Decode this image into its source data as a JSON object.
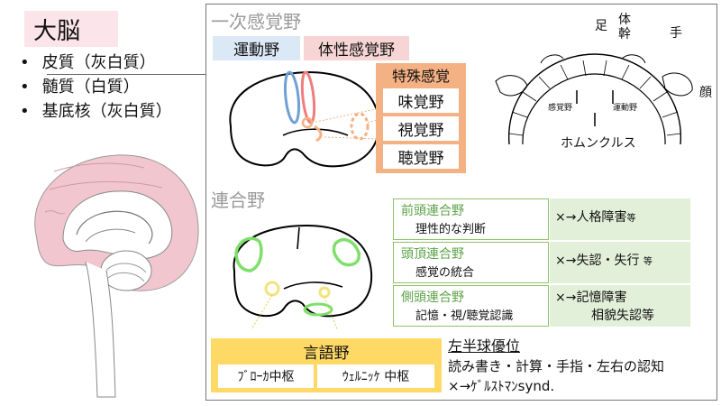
{
  "title": "大脳",
  "bullets": [
    "皮質（灰白質）",
    "髄質（白質）",
    "基底核（灰白質）"
  ],
  "primary": {
    "heading": "一次感覚野",
    "motor": "運動野",
    "somatosensory": "体性感覚野",
    "special": {
      "title": "特殊感覚",
      "items": [
        "味覚野",
        "視覚野",
        "聴覚野"
      ]
    }
  },
  "homunculus": {
    "caption": "ホムンクルス",
    "labels": {
      "foot": "足",
      "trunk": "体幹",
      "hand": "手",
      "face": "顔",
      "sensory": "感覚野",
      "motor": "運動野"
    }
  },
  "association": {
    "heading": "連合野",
    "rows": [
      {
        "name": "前頭連合野",
        "function": "理性的な判断",
        "deficit": "×→人格障害",
        "suffix": "等",
        "deficit2": ""
      },
      {
        "name": "頭頂連合野",
        "function": "感覚の統合",
        "deficit": "×→失認・失行",
        "suffix": "等",
        "deficit2": ""
      },
      {
        "name": "側頭連合野",
        "function": "記憶・視/聴覚認識",
        "deficit": "×→記憶障害",
        "suffix": "",
        "deficit2": "相貌失認等"
      }
    ]
  },
  "language": {
    "title": "言語野",
    "broca": "ﾌﾞﾛｰｶ中枢",
    "wernicke": "ｳｪﾙﾆｯｹ 中枢"
  },
  "dominance": {
    "title": "左半球優位",
    "line1": "読み書き・計算・手指・左右の認知",
    "line2": "×→ｹﾞﾙｽﾄﾏﾝsynd."
  },
  "colors": {
    "pink": "#fbe4ea",
    "blue": "#dbe8f6",
    "orange": "#f4b183",
    "green": "#e2f0d9",
    "yellow": "#ffd966",
    "brainPink": "#f2c6cf"
  }
}
